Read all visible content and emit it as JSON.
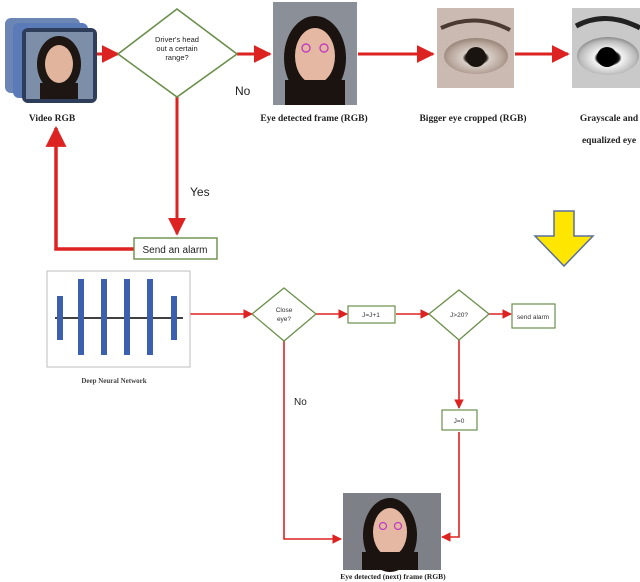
{
  "labels": {
    "video_rgb": "Video RGB",
    "eye_detected_frame": "Eye detected frame (RGB)",
    "bigger_eye_cropped": "Bigger eye cropped (RGB)",
    "grayscale_line1": "Grayscale and",
    "grayscale_line2": "equalized eye",
    "dnn": "Deep Neural Network",
    "eye_next_frame": "Eye detected (next) frame (RGB)"
  },
  "decisions": {
    "head_line1": "Driver's head",
    "head_line2": "out a certain",
    "head_line3": "range?",
    "close_line1": "Close",
    "close_line2": "eye?",
    "j_check": "J>20?"
  },
  "boxes": {
    "send_alarm_top": "Send an alarm",
    "increment": "J=J+1",
    "send_alarm_right": "send alarm",
    "reset": "J=0"
  },
  "edges": {
    "no_top": "No",
    "yes": "Yes",
    "no_bottom": "No"
  },
  "colors": {
    "flow_line": "#dd2222",
    "diamond_stroke": "#6a8f4a",
    "arrow_fill": "#ffe600",
    "arrow_stroke": "#5a6fa0",
    "dnn_bar": "#3c5fb0"
  },
  "icons": [
    "face-photo-icon",
    "eye-photo-icon",
    "yellow-down-arrow-icon"
  ]
}
